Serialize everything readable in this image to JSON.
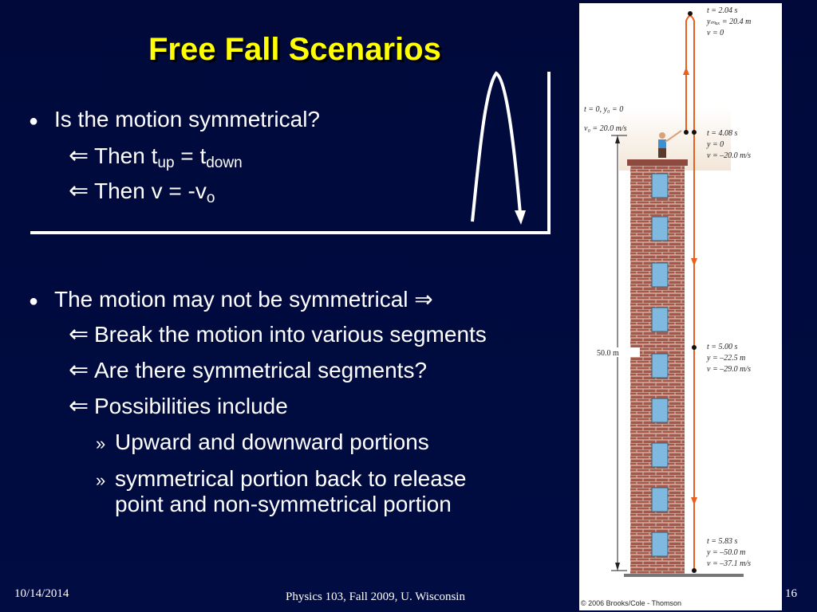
{
  "title": "Free Fall Scenarios",
  "bullets": {
    "b1": "Is the motion symmetrical?",
    "b1_sub1_pre": "Then t",
    "b1_sub1_subA": "up",
    "b1_sub1_mid": " = t",
    "b1_sub1_subB": "down",
    "b1_sub2_pre": "Then v = -v",
    "b1_sub2_sub": "o",
    "b2": "The motion may not be symmetrical ⇒",
    "b2_sub1": "Break the motion into various segments",
    "b2_sub2": "Are there symmetrical segments?",
    "b2_sub3": "Possibilities include",
    "b2_sub3_i1": "Upward and downward portions",
    "b2_sub3_i2_line1": "symmetrical portion back to release",
    "b2_sub3_i2_line2": "point and non-symmetrical portion"
  },
  "glyphs": {
    "bullet": "●",
    "arrow": "⇐",
    "raquo": "»"
  },
  "footer": {
    "date": "10/14/2014",
    "course": "Physics 103, Fall 2009, U. Wisconsin",
    "page": "16"
  },
  "diagram": {
    "top_t": "t = 2.04 s",
    "top_ymax": "yₘₐₓ = 20.4 m",
    "top_v": "v = 0",
    "start_t": "t = 0,  y₀ = 0",
    "start_v": "v₀ = 20.0 m/s",
    "p1_t": "t = 4.08 s",
    "p1_y": "y = 0",
    "p1_v": "v = –20.0 m/s",
    "height": "50.0 m",
    "p2_t": "t = 5.00 s",
    "p2_y": "y = –22.5 m",
    "p2_v": "v = –29.0 m/s",
    "p3_t": "t = 5.83 s",
    "p3_y": "y = –50.0 m",
    "p3_v": "v = –37.1 m/s",
    "copyright": "© 2006 Brooks/Cole - Thomson",
    "colors": {
      "path": "#e8601c",
      "brick": "#a8574a",
      "mortar": "#d9c7b8",
      "window": "#7fb9e0"
    }
  }
}
